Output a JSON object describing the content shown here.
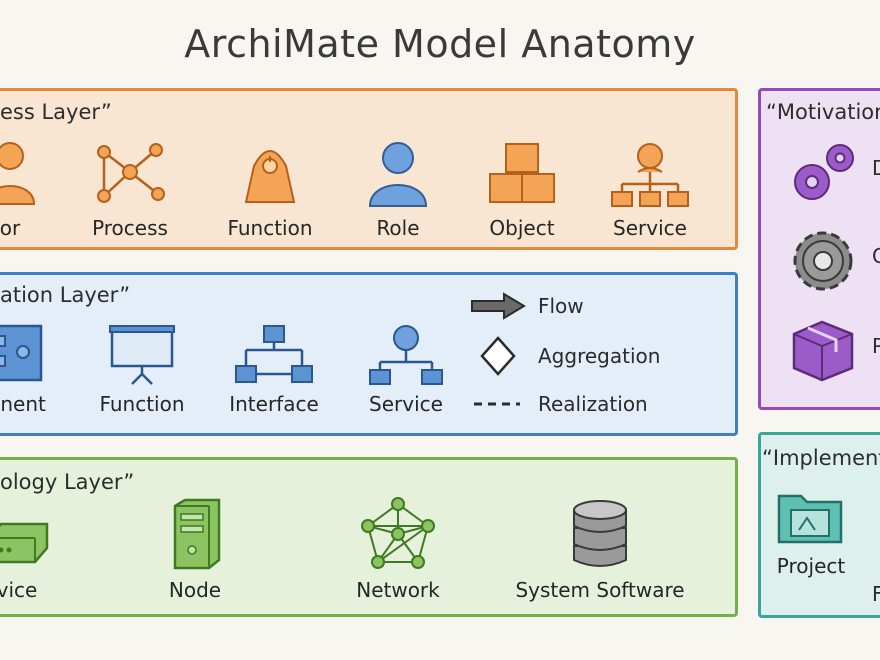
{
  "title": "ArchiMate Model Anatomy",
  "business": {
    "label": "ess Layer”",
    "items": [
      "or",
      "Process",
      "Function",
      "Role",
      "Object",
      "Service"
    ]
  },
  "application": {
    "label": "ation Layer”",
    "items": [
      "onent",
      "Function",
      "Interface",
      "Service"
    ],
    "legend": [
      "Flow",
      "Aggregation",
      "Realization"
    ]
  },
  "technology": {
    "label": "ology Layer”",
    "items": [
      "vice",
      "Node",
      "Network",
      "System Software"
    ]
  },
  "motivation": {
    "label": "“Motivation",
    "items": [
      "D",
      "G",
      "P"
    ]
  },
  "implementation": {
    "label": "“Implementat",
    "items": [
      "Project",
      "F"
    ]
  },
  "colors": {
    "business": "#e3893a",
    "application": "#3f7fc8",
    "technology": "#74b047",
    "motivation": "#9548b8",
    "implementation": "#3aa69a"
  }
}
